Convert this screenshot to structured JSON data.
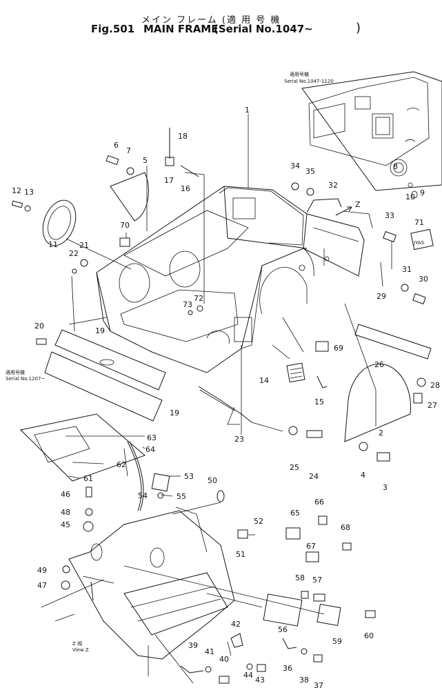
{
  "title": {
    "japanese": "メイン フレーム (適 用 号 機",
    "figure": "Fig.501",
    "name": "MAIN FRAME",
    "serial": "(Serial No.1047~",
    "close": ")"
  },
  "notes": {
    "inset_jp": "適用号機",
    "inset_serial": "Serial No.1047-1120",
    "mid_jp": "適用号機",
    "mid_serial": "Serial No.1207~",
    "view_jp": "Z 視",
    "view_en": "View Z",
    "arrow_z": "Z"
  },
  "part_numbers": [
    "1",
    "2",
    "3",
    "4",
    "5",
    "6",
    "7",
    "8",
    "9",
    "10",
    "11",
    "12",
    "13",
    "14",
    "15",
    "16",
    "17",
    "18",
    "19",
    "19",
    "20",
    "21",
    "22",
    "23",
    "24",
    "25",
    "26",
    "27",
    "28",
    "29",
    "30",
    "31",
    "32",
    "33",
    "34",
    "35",
    "36",
    "37",
    "38",
    "39",
    "40",
    "41",
    "42",
    "43",
    "44",
    "45",
    "46",
    "47",
    "48",
    "49",
    "50",
    "51",
    "52",
    "53",
    "54",
    "55",
    "56",
    "57",
    "58",
    "59",
    "60",
    "61",
    "62",
    "63",
    "64",
    "65",
    "66",
    "67",
    "68",
    "69",
    "70",
    "71",
    "72",
    "73"
  ],
  "plate_text": "JYAS"
}
